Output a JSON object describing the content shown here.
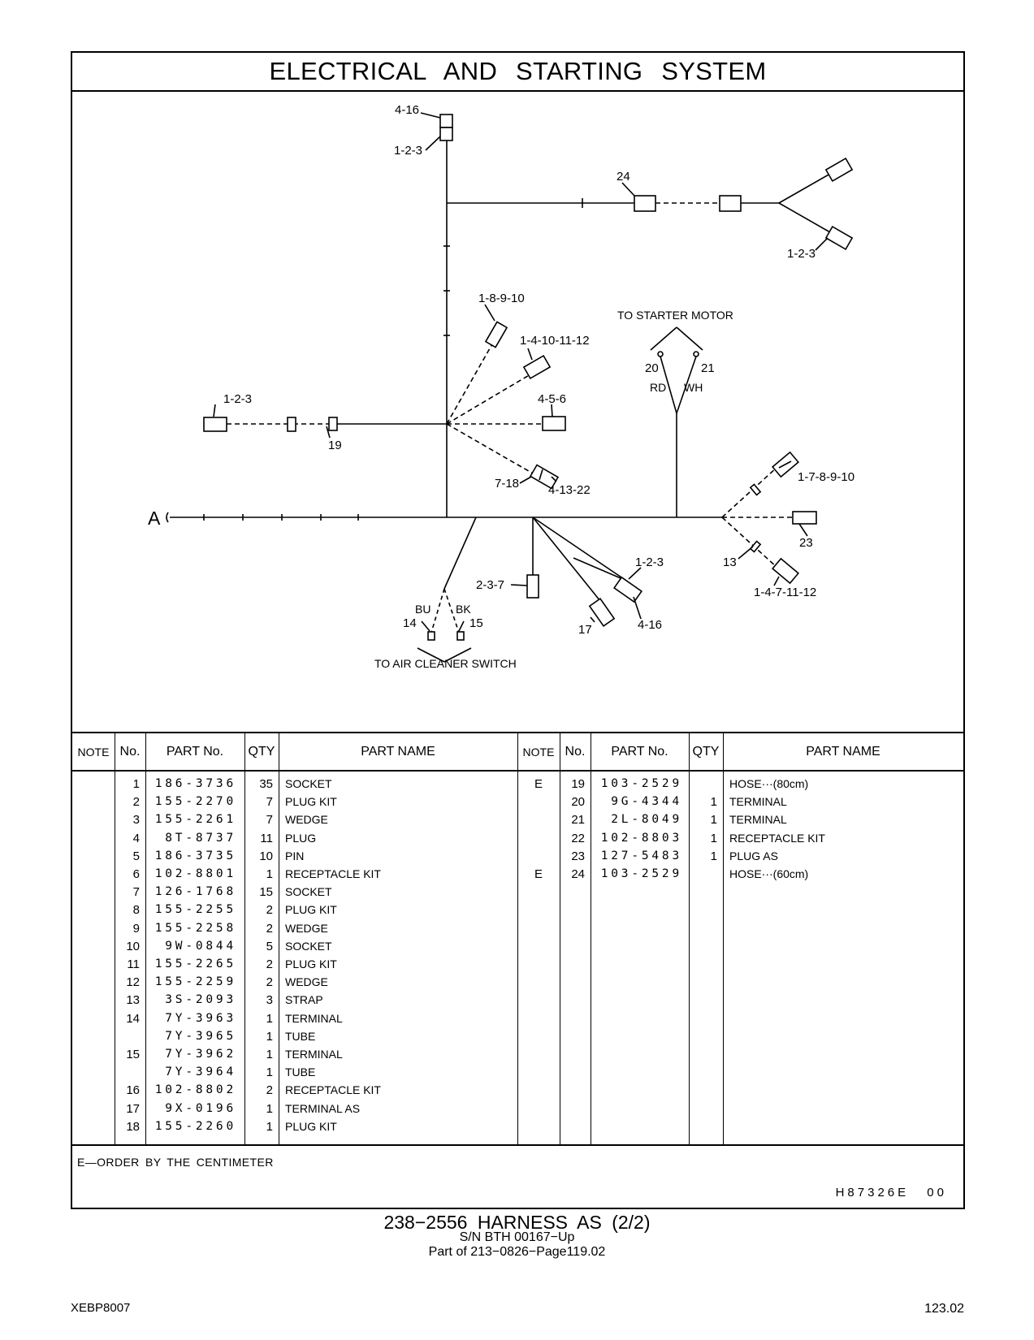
{
  "title": "ELECTRICAL AND STARTING SYSTEM",
  "diagram": {
    "labels": {
      "l_4_16_top": "4-16",
      "l_123_top": "1-2-3",
      "l_24": "24",
      "l_123_right": "1-2-3",
      "l_18910": "1-8-9-10",
      "l_14101112": "1-4-10-11-12",
      "l_456": "4-5-6",
      "l_123_left": "1-2-3",
      "l_19": "19",
      "l_718": "7-18",
      "l_41322": "4-13-22",
      "l_starter": "TO STARTER MOTOR",
      "l_20": "20",
      "l_21": "21",
      "l_rd": "RD",
      "l_wh": "WH",
      "l_178910": "1-7-8-9-10",
      "l_23": "23",
      "l_13": "13",
      "l_1471112": "1-4-7-11-12",
      "l_a": "A",
      "l_237": "2-3-7",
      "l_123_mid": "1-2-3",
      "l_bu": "BU",
      "l_bk": "BK",
      "l_14": "14",
      "l_15": "15",
      "l_17": "17",
      "l_416_low": "4-16",
      "l_aircleaner": "TO AIR CLEANER SWITCH"
    }
  },
  "table": {
    "headers": {
      "note": "NOTE",
      "no": "No.",
      "part_no": "PART No.",
      "qty": "QTY",
      "part_name": "PART NAME"
    },
    "left_rows": [
      {
        "note": "",
        "no": "1",
        "part": "186-3736",
        "qty": "35",
        "name": "SOCKET"
      },
      {
        "note": "",
        "no": "2",
        "part": "155-2270",
        "qty": "7",
        "name": "PLUG  KIT"
      },
      {
        "note": "",
        "no": "3",
        "part": "155-2261",
        "qty": "7",
        "name": "WEDGE"
      },
      {
        "note": "",
        "no": "4",
        "part": "8T-8737",
        "qty": "11",
        "name": "PLUG"
      },
      {
        "note": "",
        "no": "5",
        "part": "186-3735",
        "qty": "10",
        "name": "PIN"
      },
      {
        "note": "",
        "no": "6",
        "part": "102-8801",
        "qty": "1",
        "name": "RECEPTACLE  KIT"
      },
      {
        "note": "",
        "no": "7",
        "part": "126-1768",
        "qty": "15",
        "name": "SOCKET"
      },
      {
        "note": "",
        "no": "8",
        "part": "155-2255",
        "qty": "2",
        "name": "PLUG  KIT"
      },
      {
        "note": "",
        "no": "9",
        "part": "155-2258",
        "qty": "2",
        "name": "WEDGE"
      },
      {
        "note": "",
        "no": "10",
        "part": "9W-0844",
        "qty": "5",
        "name": "SOCKET"
      },
      {
        "note": "",
        "no": "11",
        "part": "155-2265",
        "qty": "2",
        "name": "PLUG  KIT"
      },
      {
        "note": "",
        "no": "12",
        "part": "155-2259",
        "qty": "2",
        "name": "WEDGE"
      },
      {
        "note": "",
        "no": "13",
        "part": "3S-2093",
        "qty": "3",
        "name": "STRAP"
      },
      {
        "note": "",
        "no": "14",
        "part": "7Y-3963",
        "qty": "1",
        "name": "TERMINAL"
      },
      {
        "note": "",
        "no": "",
        "part": "7Y-3965",
        "qty": "1",
        "name": "TUBE"
      },
      {
        "note": "",
        "no": "15",
        "part": "7Y-3962",
        "qty": "1",
        "name": "TERMINAL"
      },
      {
        "note": "",
        "no": "",
        "part": "7Y-3964",
        "qty": "1",
        "name": "TUBE"
      },
      {
        "note": "",
        "no": "16",
        "part": "102-8802",
        "qty": "2",
        "name": "RECEPTACLE  KIT"
      },
      {
        "note": "",
        "no": "17",
        "part": "9X-0196",
        "qty": "1",
        "name": "TERMINAL  AS"
      },
      {
        "note": "",
        "no": "18",
        "part": "155-2260",
        "qty": "1",
        "name": "PLUG  KIT"
      }
    ],
    "right_rows": [
      {
        "note": "E",
        "no": "19",
        "part": "103-2529",
        "qty": "",
        "name": "HOSE···(80cm)"
      },
      {
        "note": "",
        "no": "20",
        "part": "9G-4344",
        "qty": "1",
        "name": "TERMINAL"
      },
      {
        "note": "",
        "no": "21",
        "part": "2L-8049",
        "qty": "1",
        "name": "TERMINAL"
      },
      {
        "note": "",
        "no": "22",
        "part": "102-8803",
        "qty": "1",
        "name": "RECEPTACLE  KIT"
      },
      {
        "note": "",
        "no": "23",
        "part": "127-5483",
        "qty": "1",
        "name": "PLUG  AS"
      },
      {
        "note": "E",
        "no": "24",
        "part": "103-2529",
        "qty": "",
        "name": "HOSE···(60cm)"
      }
    ]
  },
  "footnote": "E—ORDER  BY  THE  CENTIMETER",
  "drawing_code": "H87326E  00",
  "caption": {
    "line1": "238−2556  HARNESS  AS (2/2)",
    "line2": "S/N BTH 00167−Up",
    "line3": "Part of 213−0826−Page119.02"
  },
  "doc_code": "XEBP8007",
  "page_number": "123.02"
}
